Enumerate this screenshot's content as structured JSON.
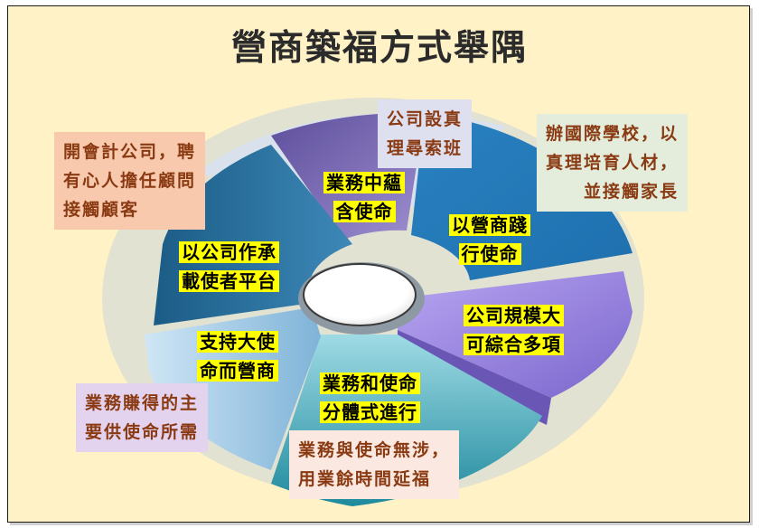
{
  "slide": {
    "title": "營商築福方式舉隅"
  },
  "wheel_labels": [
    {
      "line1": "業務中蘊",
      "line2": "含使命"
    },
    {
      "line1": "以營商踐",
      "line2": "行使命"
    },
    {
      "line1": "公司規模大",
      "line2": "可綜合多項"
    },
    {
      "line1": "業務和使命",
      "line2": "分體式進行"
    },
    {
      "line1": "支持大使",
      "line2": "命而營商"
    },
    {
      "line1": "以公司作承",
      "line2": "載使者平台"
    }
  ],
  "callouts": [
    {
      "lines": [
        "公司設真",
        "理尋索班"
      ]
    },
    {
      "lines": [
        "辦國際學校，以",
        "真理培育人材，",
        "並接觸家長"
      ]
    },
    {
      "lines": [
        "業務與使命無涉，",
        "用業餘時間延福"
      ]
    },
    {
      "lines": [
        "業務賺得的主",
        "要供使命所需"
      ]
    },
    {
      "lines": [
        "開會計公司，聘",
        "有心人擔任顧問",
        "接觸顧客"
      ]
    }
  ],
  "colors": {
    "background": "#fff2c6",
    "highlight": "#ffff00",
    "callout_text": "#8a3a12",
    "segment_top": "#7d6ab6",
    "segment_right": "#2f8fc8",
    "segment_purple": "#a48ee8",
    "segment_teal": "#2a9fb1",
    "segment_left": "#2c6f98"
  }
}
